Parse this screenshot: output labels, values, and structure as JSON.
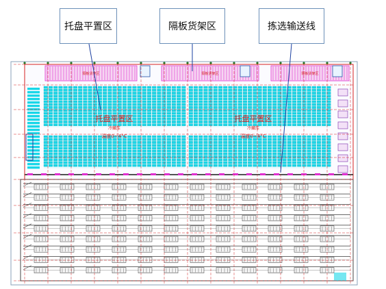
{
  "callouts": [
    {
      "label": "托盘平置区"
    },
    {
      "label": "隔板货架区"
    },
    {
      "label": "拣选输送线"
    }
  ],
  "plan": {
    "zone_left_title": "托盘平置区",
    "zone_left_sub": "冷藏库",
    "zone_left_temp": "温度0~4°C",
    "zone_right_title": "托盘平置区",
    "zone_right_sub": "冷藏库",
    "zone_right_temp": "温度0~4°C",
    "top_strip_labels": [
      "隔板货架区",
      "隔板货架区",
      "隔板货架区"
    ]
  },
  "colors": {
    "rack_cyan": "#19d7e8",
    "shelf_magenta": "#e02fd0",
    "frame_red": "#d42020",
    "conveyor_gray": "#555555",
    "callout_border": "#6b8fb8"
  }
}
